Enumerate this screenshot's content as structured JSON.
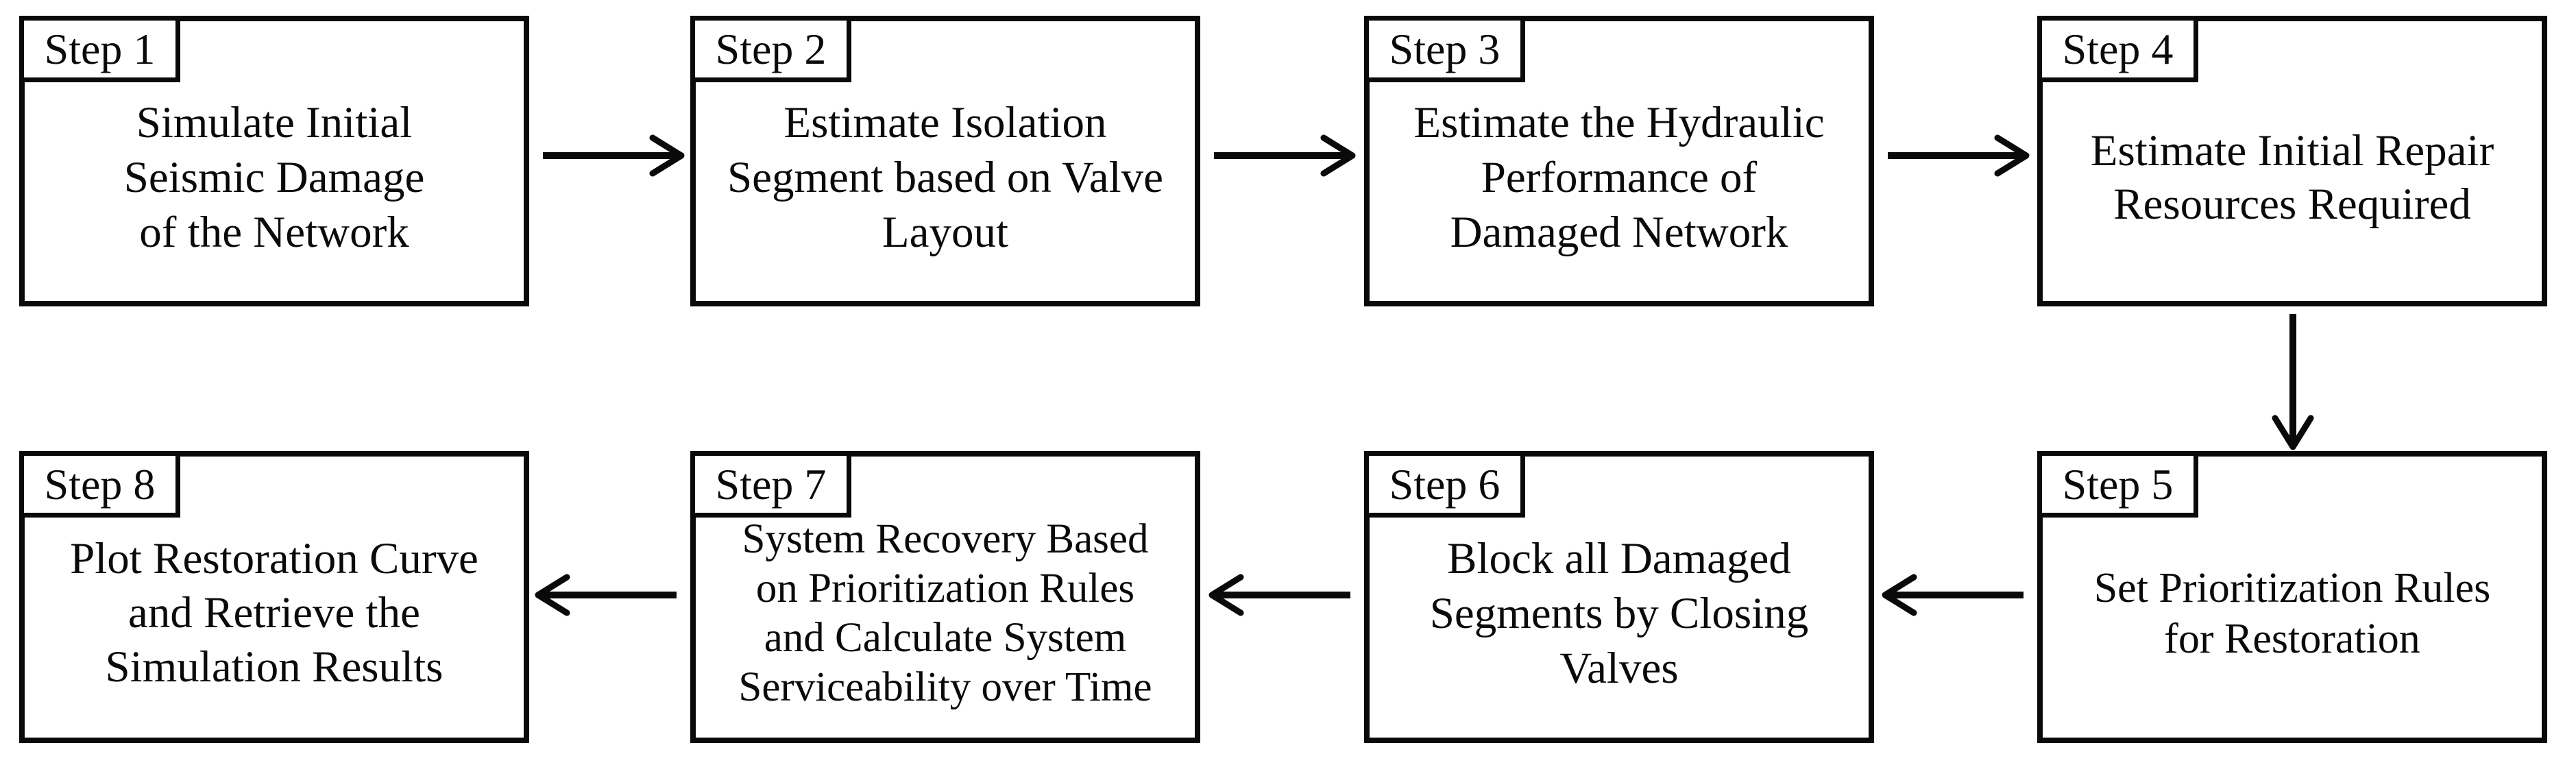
{
  "diagram": {
    "background_color": "#ffffff",
    "ink_color": "#0a0a0a",
    "steps": [
      {
        "label": "Step 1",
        "lines": [
          "Simulate Initial",
          "Seismic Damage",
          "of the Network"
        ]
      },
      {
        "label": "Step 2",
        "lines": [
          "Estimate Isolation",
          "Segment based on Valve",
          "Layout"
        ]
      },
      {
        "label": "Step 3",
        "lines": [
          "Estimate the Hydraulic",
          "Performance of",
          "Damaged Network"
        ]
      },
      {
        "label": "Step 4",
        "lines": [
          "Estimate Initial Repair",
          "Resources Required"
        ]
      },
      {
        "label": "Step 5",
        "lines": [
          "Set Prioritization Rules",
          "for Restoration"
        ]
      },
      {
        "label": "Step 6",
        "lines": [
          "Block all Damaged",
          "Segments by Closing",
          "Valves"
        ]
      },
      {
        "label": "Step 7",
        "lines": [
          "System Recovery Based",
          "on Prioritization Rules",
          "and Calculate System",
          "Serviceability over Time"
        ]
      },
      {
        "label": "Step 8",
        "lines": [
          "Plot Restoration Curve",
          "and Retrieve the",
          "Simulation Results"
        ]
      }
    ],
    "connections": [
      {
        "from": "Step 1",
        "to": "Step 2",
        "direction": "right"
      },
      {
        "from": "Step 2",
        "to": "Step 3",
        "direction": "right"
      },
      {
        "from": "Step 3",
        "to": "Step 4",
        "direction": "right"
      },
      {
        "from": "Step 4",
        "to": "Step 5",
        "direction": "down"
      },
      {
        "from": "Step 5",
        "to": "Step 6",
        "direction": "left"
      },
      {
        "from": "Step 6",
        "to": "Step 7",
        "direction": "left"
      },
      {
        "from": "Step 7",
        "to": "Step 8",
        "direction": "left"
      }
    ]
  }
}
